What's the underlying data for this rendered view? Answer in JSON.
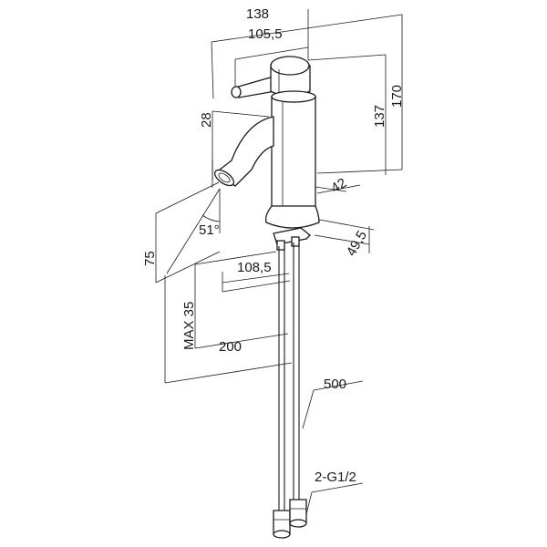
{
  "dimensions": {
    "overall_depth": "138",
    "lever_depth": "105,5",
    "body_height": "137",
    "total_height": "170",
    "spout_drop": "28",
    "body_diameter": "42",
    "base_diameter": "49,5",
    "spout_reach": "108,5",
    "clearance": "75",
    "angle": "51°",
    "max_thickness": "MAX 35",
    "depth_200": "200",
    "hose_length": "500",
    "connection": "2-G1/2"
  }
}
